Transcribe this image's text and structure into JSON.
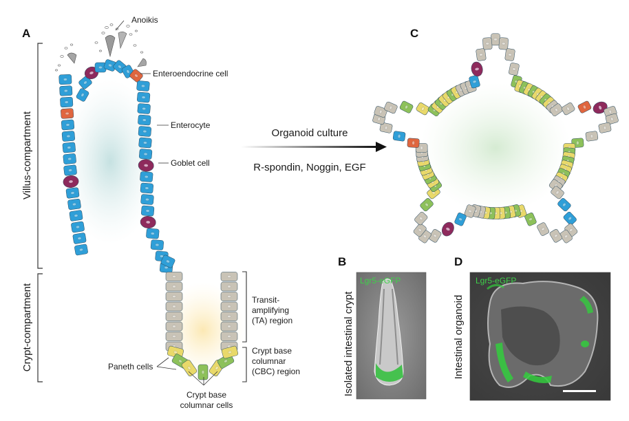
{
  "panels": {
    "a": "A",
    "b": "B",
    "c": "C",
    "d": "D"
  },
  "compartments": {
    "villus": "Villus-compartment",
    "crypt": "Crypt-compartment"
  },
  "labels": {
    "anoikis": "Anoikis",
    "enteroendocrine": "Enteroendocrine cell",
    "enterocyte": "Enterocyte",
    "goblet": "Goblet cell",
    "ta_line1": "Transit-",
    "ta_line2": "amplifying",
    "ta_line3": "(TA) region",
    "cbc_line1": "Crypt base",
    "cbc_line2": "columnar",
    "cbc_line3": "(CBC) region",
    "paneth": "Paneth cells",
    "cbc_cells_line1": "Crypt base",
    "cbc_cells_line2": "columnar cells"
  },
  "arrow": {
    "top": "Organoid culture",
    "bottom": "R-spondin, Noggin, EGF"
  },
  "micrographs": {
    "b_caption": "Isolated intestinal crypt",
    "d_caption": "Intestinal organoid",
    "marker_b": "Lgr5-eGFP",
    "marker_d": "Lgr5-eGFP"
  },
  "colors": {
    "enterocyte": "#2f9fd8",
    "goblet": "#8e2a5c",
    "enteroendocrine": "#e0663f",
    "ta_cell": "#c9c3b6",
    "paneth": "#e9d96a",
    "cbc": "#8dc15a",
    "gfp": "#3fd24a"
  }
}
